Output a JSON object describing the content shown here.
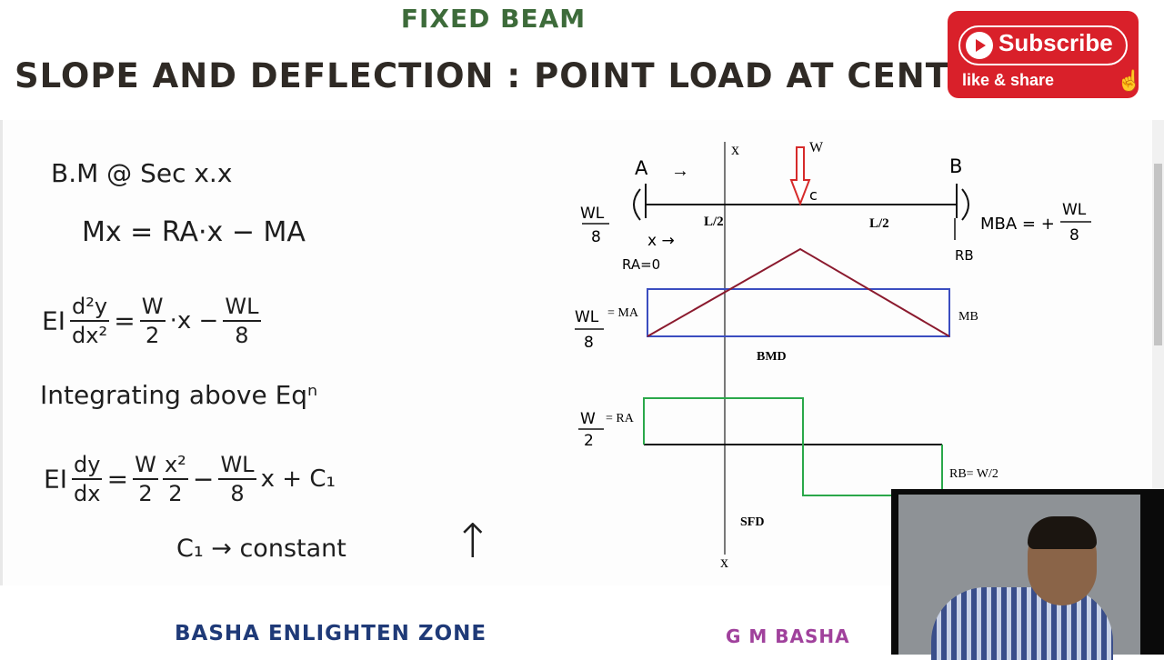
{
  "header": {
    "topic": "FIXED BEAM",
    "title": "SLOPE AND DEFLECTION : POINT LOAD AT CENTRE"
  },
  "subscribe": {
    "label": "Subscribe",
    "share": "like & share"
  },
  "notes": {
    "line1": "B.M @ Sec x.x",
    "line2": "Mx = RA·x − MA",
    "line3": {
      "lhs_num": "d²y",
      "lhs_den": "dx²",
      "prefix": "EI",
      "eq": "=",
      "w_num": "W",
      "w_den": "2",
      "xterm": "·x −",
      "wl_num": "WL",
      "wl_den": "8"
    },
    "line4": "Integrating above Eqⁿ",
    "line5": {
      "prefix": "EI",
      "lhs_num": "dy",
      "lhs_den": "dx",
      "eq": "=",
      "w_num": "W",
      "w_den": "2",
      "x_num": "x²",
      "x_den": "2",
      "minus": "−",
      "wl_num": "WL",
      "wl_den": "8",
      "tail": "x + C₁"
    },
    "line6": "C₁ → constant",
    "arrow": "↑"
  },
  "diagram": {
    "section_top": "x",
    "section_bottom": "x",
    "load": "W",
    "point_a": "A",
    "point_b": "B",
    "point_c": "c",
    "half_left": "L/2",
    "half_right": "L/2",
    "arrow_a": "→",
    "x_dist": "x →",
    "ma_num": "WL",
    "ma_den": "8",
    "ra_zero": "RA=0",
    "mba": "MBA = +",
    "mba_num": "WL",
    "mba_den": "8",
    "rb": "RB",
    "bmd_ma_num": "WL",
    "bmd_ma_den": "8",
    "bmd_ma_eq": "= MA",
    "bmd_mb": "MB",
    "bmd_label": "BMD",
    "sfd_ra_num": "W",
    "sfd_ra_den": "2",
    "sfd_ra_eq": "= RA",
    "sfd_rb": "RB= W/2",
    "sfd_label": "SFD"
  },
  "footer": {
    "left": "BASHA ENLIGHTEN ZONE",
    "right": "G M BASHA"
  },
  "colors": {
    "topic": "#3d6b3a",
    "subscribe": "#d9202a",
    "load_arrow": "#d62a2a",
    "bmd_rect": "#3b4dc0",
    "bmd_triangle": "#8b1a2e",
    "sfd": "#2aa84a",
    "footer_left": "#1f3a78",
    "footer_right": "#a0419c"
  }
}
